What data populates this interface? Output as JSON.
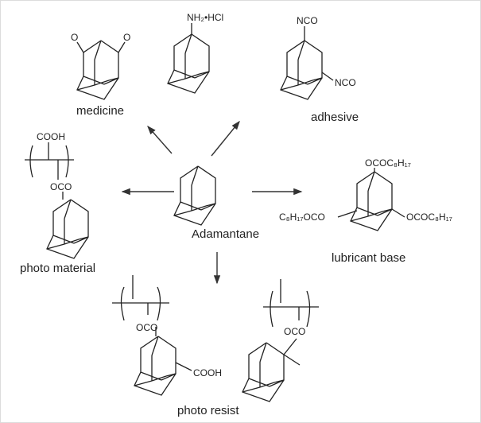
{
  "center": {
    "label": "Adamantane"
  },
  "applications": {
    "medicine": {
      "label": "medicine",
      "substituent": "NH₂•HCl",
      "ketone_o1": "O",
      "ketone_o2": "O"
    },
    "adhesive": {
      "label": "adhesive",
      "group1": "NCO",
      "group2": "NCO"
    },
    "photo_material": {
      "label": "photo material",
      "acid": "COOH",
      "ester": "OCO"
    },
    "lubricant_base": {
      "label": "lubricant base",
      "top": "OCOC₈H₁₇",
      "left": "C₈H₁₇OCO",
      "right": "OCOC₈H₁₇"
    },
    "photo_resist": {
      "label": "photo resist",
      "ester1": "OCO",
      "acid": "COOH",
      "ester2": "OCO"
    }
  }
}
